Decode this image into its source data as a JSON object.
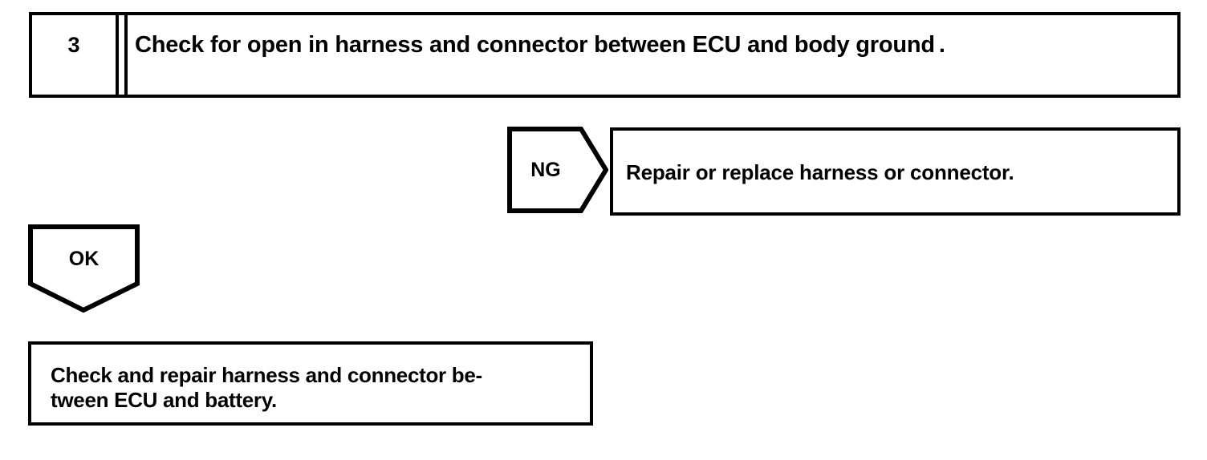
{
  "diagram": {
    "type": "troubleshooting-flowchart",
    "step": {
      "number": "3",
      "instruction": "Check for open in harness and connector between ECU and body ground",
      "instruction_period": "."
    },
    "branches": [
      {
        "label": "NG",
        "direction": "right",
        "result": "Repair or replace harness or connector."
      },
      {
        "label": "OK",
        "direction": "down",
        "result_line_1": "Check and repair harness and connector be-",
        "result_line_2": "tween ECU and battery."
      }
    ],
    "colors": {
      "ink": "#000000",
      "paper": "#ffffff"
    }
  }
}
